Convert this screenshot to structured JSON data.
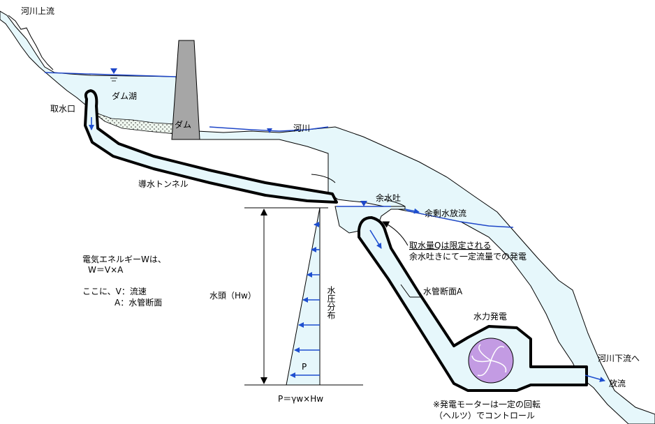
{
  "labels": {
    "upstream": "河川上流",
    "intake": "取水口",
    "dam_lake": "ダム湖",
    "dam": "ダム",
    "river": "河川",
    "headrace_tunnel": "導水トンネル",
    "spillway": "余水吐",
    "surplus_discharge": "余剰水放流",
    "intake_limited": "取水量Qは限定される",
    "constant_flow": "余水吐きにて一定流量での発電",
    "penstock_section": "水管断面A",
    "hydro_power": "水力発電",
    "downstream": "河川下流へ",
    "discharge": "放流",
    "motor_note_1": "※発電モーターは一定の回転",
    "motor_note_2": "（ヘルツ）でコントロール",
    "head": "水頭（Hw）",
    "pressure_dist": "水圧分布",
    "p_label": "P",
    "formula": "P＝γw×Hw",
    "energy_1": "電気エネルギーWは、",
    "energy_2": "W＝V×A",
    "energy_3": "ここに、V：流速",
    "energy_4": "A：水管断面"
  },
  "colors": {
    "water": "#e6f7fb",
    "water_line": "#1e46c8",
    "arrow": "#1e4fd0",
    "dam": "#a6a6a6",
    "turbine": "#c39be3"
  },
  "icons": {
    "water_level": "inverted-triangle-marker",
    "turbine": "turbine-wheel-icon",
    "flow": "flow-arrow-icon"
  }
}
